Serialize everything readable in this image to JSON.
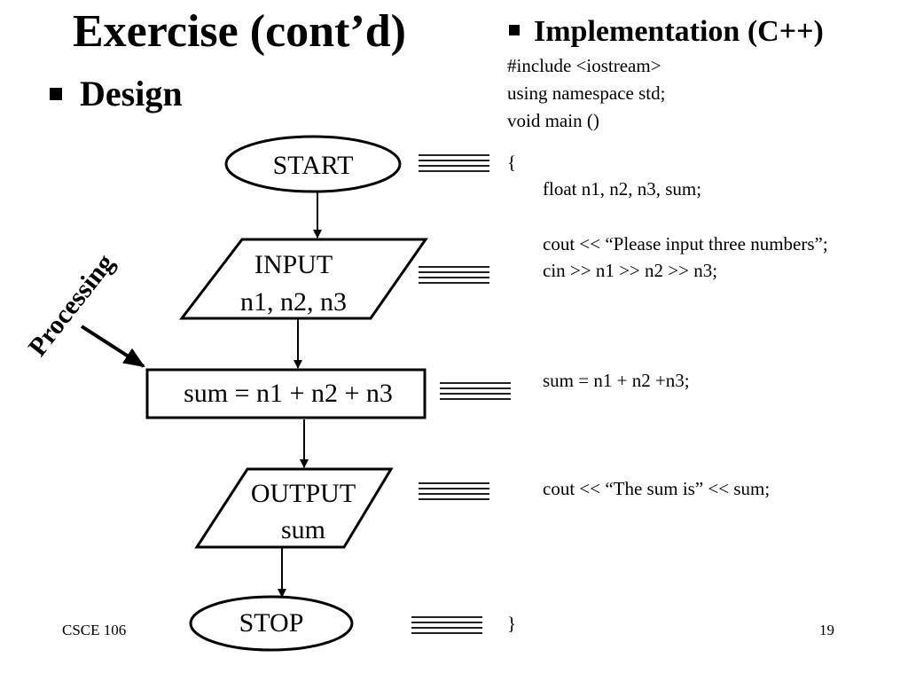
{
  "slide": {
    "title": "Exercise (cont’d)",
    "design_heading": "Design",
    "impl_heading": "Implementation (C++)",
    "footer_left": "CSCE 106",
    "page_number": "19"
  },
  "flowchart": {
    "start": "START",
    "input_line1": "INPUT",
    "input_line2": "n1, n2, n3",
    "process": "sum = n1 + n2 + n3",
    "output_line1": "OUTPUT",
    "output_line2": "sum",
    "stop": "STOP",
    "processing_label": "Processing"
  },
  "code": {
    "header": [
      "#include <iostream>",
      "using namespace std;",
      "void main ()"
    ],
    "open_brace": "{",
    "decl": "float n1, n2, n3, sum;",
    "cout_prompt": "cout << “Please input three numbers”;",
    "cin": "cin >> n1 >> n2 >> n3;",
    "sum": "sum = n1 + n2 +n3;",
    "cout_result": "cout << “The sum is” << sum;",
    "close_brace": "}"
  }
}
